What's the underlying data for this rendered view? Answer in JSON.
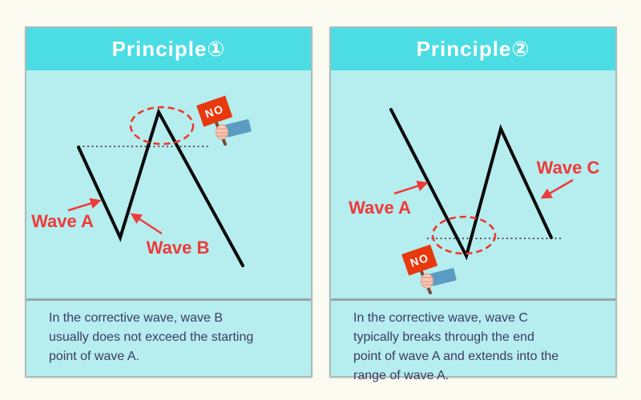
{
  "panels": [
    {
      "title": "Principle①",
      "wave_a_label": "Wave A",
      "wave_b_label": "Wave B",
      "no_label": "NO",
      "description": "In the corrective wave, wave B\nusually does not exceed the starting\npoint of wave A."
    },
    {
      "title": "Principle②",
      "wave_a_label": "Wave A",
      "wave_c_label": "Wave C",
      "no_label": "NO",
      "description": "In the corrective wave, wave C\ntypically breaks through the end\npoint of wave A and extends into the\nrange of wave A."
    }
  ],
  "colors": {
    "page_background": "#fbfbf1",
    "header_background": "#4cdde4",
    "panel_background": "#b6edee",
    "accent_red": "#ee3a3a",
    "ellipse_red": "#f03428",
    "flag_red": "#e8380d",
    "sleeve_blue": "#5b9cc4",
    "wave_black": "#0a0a0a",
    "description_text": "#3c3c64"
  }
}
